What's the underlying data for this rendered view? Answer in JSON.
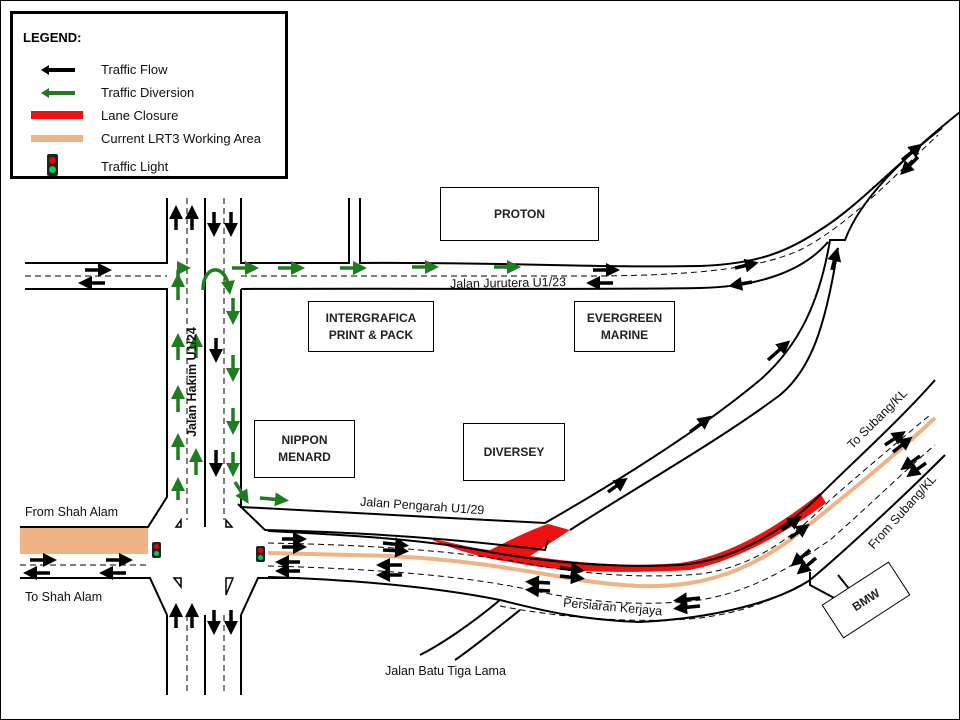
{
  "legend": {
    "title": "LEGEND:",
    "items": [
      {
        "label": "Traffic Flow",
        "icon": "black-arrow-icon",
        "color": "#000000"
      },
      {
        "label": "Traffic Diversion",
        "icon": "green-arrow-icon",
        "color": "#1e7d1e"
      },
      {
        "label": "Lane Closure",
        "icon": "red-bar-icon",
        "color": "#ee1111"
      },
      {
        "label": "Current  LRT3 Working  Area",
        "icon": "tan-bar-icon",
        "color": "#f0b385"
      },
      {
        "label": "Traffic Light",
        "icon": "traffic-light-icon",
        "color": "#222222"
      }
    ]
  },
  "buildings": [
    {
      "id": "proton",
      "name": "PROTON"
    },
    {
      "id": "intergrafica",
      "name": "INTERGRAFICA\nPRINT & PACK"
    },
    {
      "id": "evergreen",
      "name": "EVERGREEN\nMARINE"
    },
    {
      "id": "nippon",
      "name": "NIPPON\nMENARD"
    },
    {
      "id": "diversey",
      "name": "DIVERSEY"
    },
    {
      "id": "bmw",
      "name": "BMW"
    }
  ],
  "roads": {
    "jurutera": "Jalan Jurutera U1/23",
    "hakim": "Jalan Hakim U1/24",
    "pengarah": "Jalan Pengarah U1/29",
    "kerjaya": "Persiaran Kerjaya",
    "batu_tiga": "Jalan Batu Tiga Lama",
    "from_shah_alam": "From Shah Alam",
    "to_shah_alam": "To Shah Alam",
    "to_subang": "To Subang/KL",
    "from_subang": "From Subang/KL"
  },
  "colors": {
    "road_line": "#000000",
    "diversion": "#1e7d1e",
    "closure": "#ee1111",
    "lrt": "#f0b385"
  }
}
